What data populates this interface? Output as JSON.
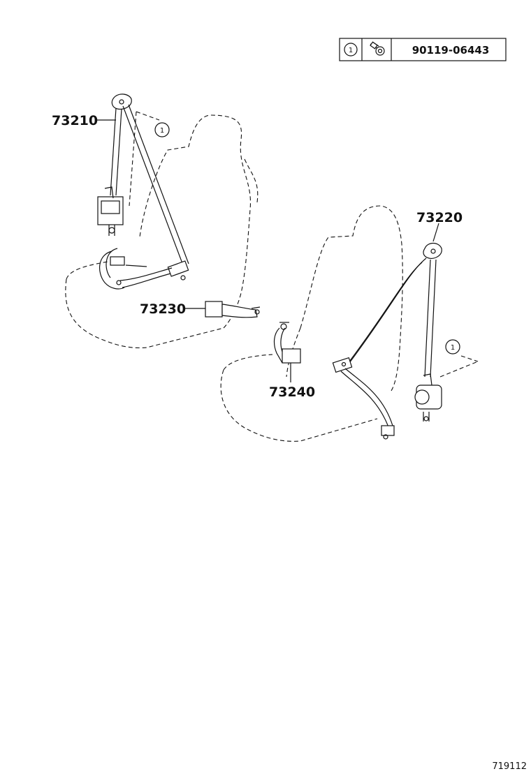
{
  "parts_table": {
    "ref": "1",
    "icon": "bolt-icon",
    "part_number": "90119-06443"
  },
  "callouts": {
    "front_left_belt": "73210",
    "front_right_belt": "73220",
    "inner_buckle_left": "73230",
    "inner_buckle_right": "73240",
    "ref_left": "1",
    "ref_right": "1"
  },
  "figure_id": "719112"
}
